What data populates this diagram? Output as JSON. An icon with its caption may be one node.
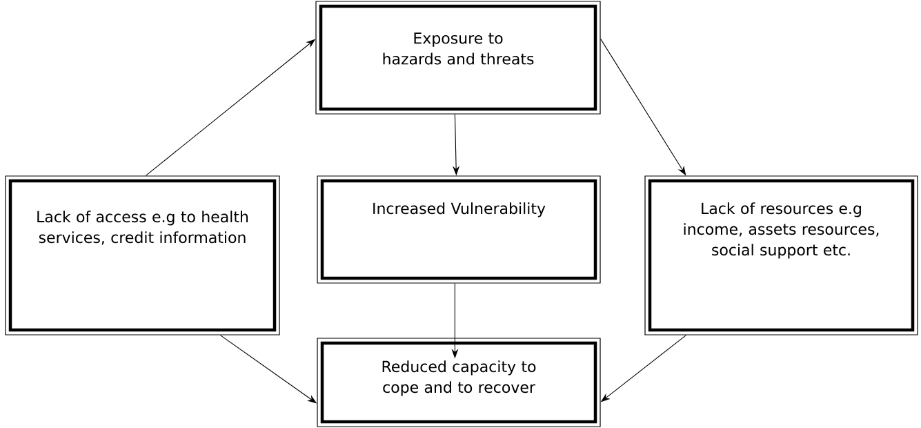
{
  "diagram": {
    "nodes": [
      {
        "text": [
          "Exposure to hazards and threats"
        ]
      },
      {
        "text": [
          "Lack of access e.g to health services, credit information"
        ]
      },
      {
        "text": [
          "Increased Vulnerability"
        ]
      },
      {
        "text": [
          "Lack of resources e.g income, assets resources, social support etc."
        ]
      },
      {
        "text": [
          "Reduced capacity to cope and to recover"
        ]
      }
    ],
    "edges": [
      {
        "from": 1,
        "to": 0,
        "arrow": "to"
      },
      {
        "from": 0,
        "to": 3,
        "arrow": "to"
      },
      {
        "from": 0,
        "to": 2,
        "arrow": "to"
      },
      {
        "from": 2,
        "to": 4,
        "arrow": "to"
      },
      {
        "from": 1,
        "to": 4,
        "arrow": "to"
      },
      {
        "from": 3,
        "to": 4,
        "arrow": "to"
      }
    ]
  }
}
